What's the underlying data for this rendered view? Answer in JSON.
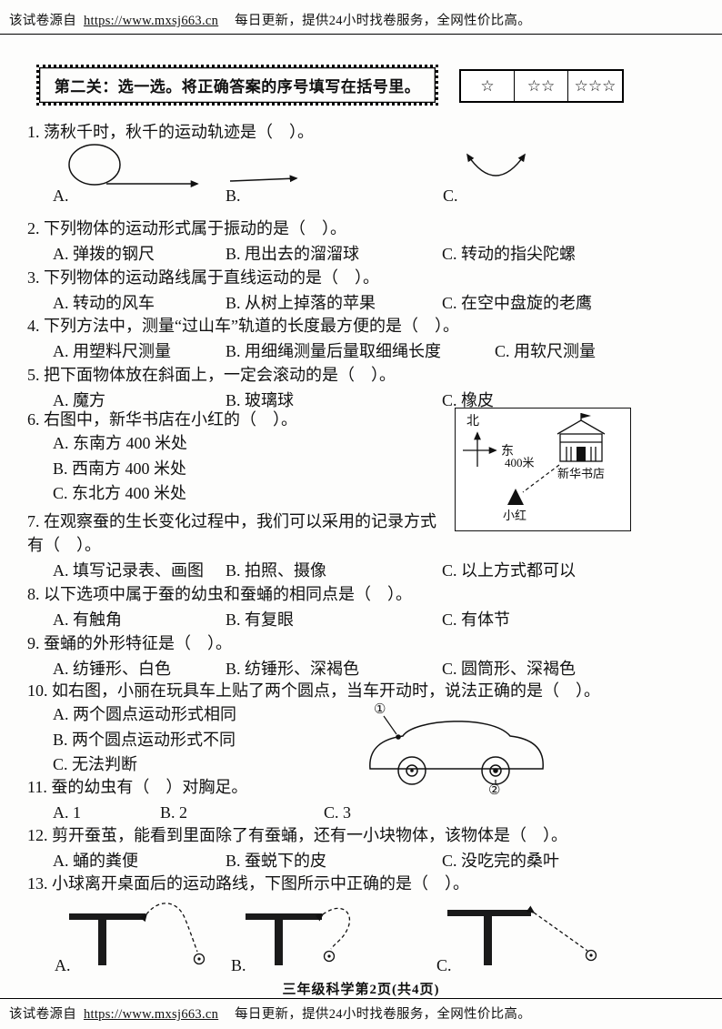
{
  "page": {
    "source_prefix": "该试卷源自",
    "source_url": "https://www.mxsj663.cn",
    "source_suffix": "每日更新，提供24小时找卷服务，全网性价比高。",
    "page_label": "三年级科学第2页(共4页)"
  },
  "section": {
    "title": "第二关：选一选。将正确答案的序号填写在括号里。",
    "stars": [
      "☆",
      "☆☆",
      "☆☆☆"
    ]
  },
  "questions": {
    "q1": {
      "stem": "1. 荡秋千时，秋千的运动轨迹是（　）。",
      "label_a": "A.",
      "label_b": "B.",
      "label_c": "C."
    },
    "q2": {
      "stem": "2. 下列物体的运动形式属于振动的是（　）。",
      "a": "A. 弹拨的钢尺",
      "b": "B. 甩出去的溜溜球",
      "c": "C. 转动的指尖陀螺"
    },
    "q3": {
      "stem": "3. 下列物体的运动路线属于直线运动的是（　）。",
      "a": "A. 转动的风车",
      "b": "B. 从树上掉落的苹果",
      "c": "C. 在空中盘旋的老鹰"
    },
    "q4": {
      "stem": "4. 下列方法中，测量“过山车”轨道的长度最方便的是（　）。",
      "a": "A. 用塑料尺测量",
      "b": "B. 用细绳测量后量取细绳长度",
      "c": "C. 用软尺测量"
    },
    "q5": {
      "stem": "5. 把下面物体放在斜面上，一定会滚动的是（　）。",
      "a": "A. 魔方",
      "b": "B. 玻璃球",
      "c": "C. 橡皮"
    },
    "q6": {
      "stem": "6. 右图中，新华书店在小红的（　）。",
      "a": "A. 东南方 400 米处",
      "b": "B. 西南方 400 米处",
      "c": "C. 东北方 400 米处",
      "map": {
        "north": "北",
        "east": "东",
        "distance": "400米",
        "store": "新华书店",
        "person": "小红"
      }
    },
    "q7": {
      "stem": "7. 在观察蚕的生长变化过程中，我们可以采用的记录方式有（　）。",
      "a": "A. 填写记录表、画图",
      "b": "B. 拍照、摄像",
      "c": "C. 以上方式都可以"
    },
    "q8": {
      "stem": "8. 以下选项中属于蚕的幼虫和蚕蛹的相同点是（　）。",
      "a": "A. 有触角",
      "b": "B. 有复眼",
      "c": "C. 有体节"
    },
    "q9": {
      "stem": "9. 蚕蛹的外形特征是（　）。",
      "a": "A. 纺锤形、白色",
      "b": "B. 纺锤形、深褐色",
      "c": "C. 圆筒形、深褐色"
    },
    "q10": {
      "stem": "10. 如右图，小丽在玩具车上贴了两个圆点，当车开动时，说法正确的是（　）。",
      "a": "A. 两个圆点运动形式相同",
      "b": "B. 两个圆点运动形式不同",
      "c": "C. 无法判断",
      "point1": "①",
      "point2": "②"
    },
    "q11": {
      "stem": "11. 蚕的幼虫有（　）对胸足。",
      "a": "A. 1",
      "b": "B. 2",
      "c": "C. 3"
    },
    "q12": {
      "stem": "12. 剪开蚕茧，能看到里面除了有蚕蛹，还有一小块物体，该物体是（　）。",
      "a": "A. 蛹的粪便",
      "b": "B. 蚕蜕下的皮",
      "c": "C. 没吃完的桑叶"
    },
    "q13": {
      "stem": "13. 小球离开桌面后的运动路线，下图所示中正确的是（　）。",
      "label_a": "A.",
      "label_b": "B.",
      "label_c": "C."
    }
  }
}
